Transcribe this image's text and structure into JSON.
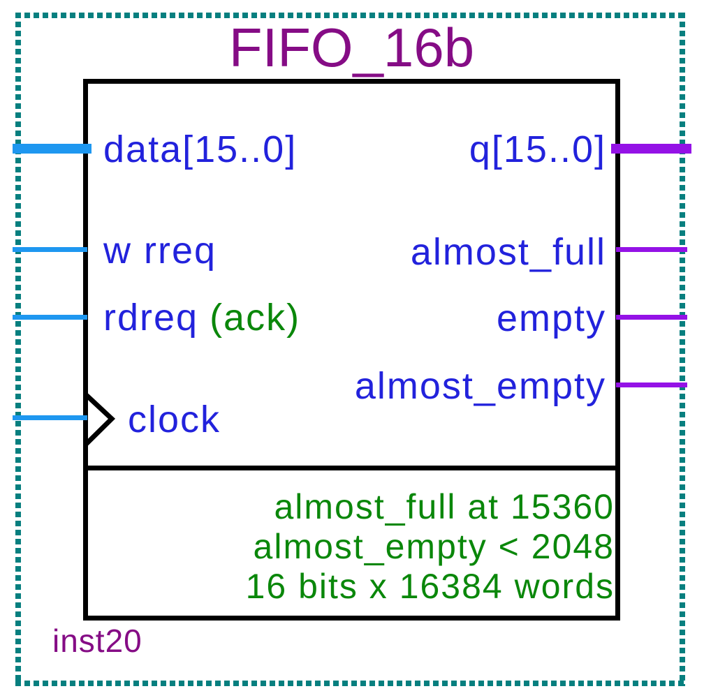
{
  "symbol": {
    "title": "FIFO_16b",
    "instance_name": "inst20",
    "inputs": [
      {
        "name": "data[15..0]",
        "type": "bus"
      },
      {
        "name": "w rreq",
        "type": "wire"
      },
      {
        "name": "rdreq",
        "annotation": "(ack)",
        "type": "wire"
      },
      {
        "name": "clock",
        "type": "clock"
      }
    ],
    "outputs": [
      {
        "name": "q[15..0]",
        "type": "bus"
      },
      {
        "name": "almost_full",
        "type": "wire"
      },
      {
        "name": "empty",
        "type": "wire"
      },
      {
        "name": "almost_empty",
        "type": "wire"
      }
    ],
    "parameters": [
      "almost_full at 15360",
      "almost_empty < 2048",
      "16 bits x 16384 words"
    ],
    "colors": {
      "input_wire": "#1e97f0",
      "output_wire": "#9412e6",
      "port_label": "#2222dc",
      "annotation_green": "#0a870a",
      "title_purple": "#850c85",
      "selection_outline_teal": "#077f7f",
      "body_border": "#000000"
    }
  }
}
